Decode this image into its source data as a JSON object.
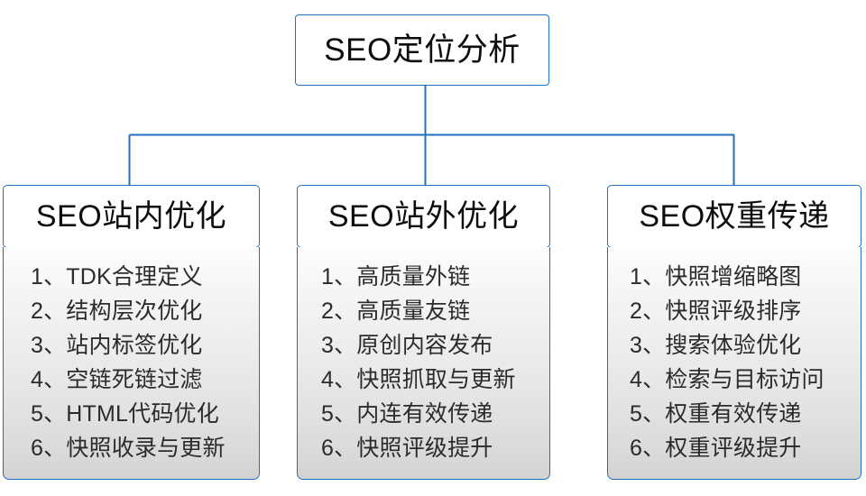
{
  "diagram": {
    "type": "organization-tree",
    "accent_color": "#1f6fc0",
    "background_color": "#ffffff",
    "root": {
      "title": "SEO定位分析"
    },
    "branches": [
      {
        "title": "SEO站内优化",
        "items": [
          "1、TDK合理定义",
          "2、结构层次优化",
          "3、站内标签优化",
          "4、空链死链过滤",
          "5、HTML代码优化",
          "6、快照收录与更新"
        ]
      },
      {
        "title": "SEO站外优化",
        "items": [
          "1、高质量外链",
          "2、高质量友链",
          "3、原创内容发布",
          "4、快照抓取与更新",
          "5、内连有效传递",
          "6、快照评级提升"
        ]
      },
      {
        "title": "SEO权重传递",
        "items": [
          "1、快照增缩略图",
          "2、快照评级排序",
          "3、搜索体验优化",
          "4、检索与目标访问",
          "5、权重有效传递",
          "6、权重评级提升"
        ]
      }
    ]
  }
}
